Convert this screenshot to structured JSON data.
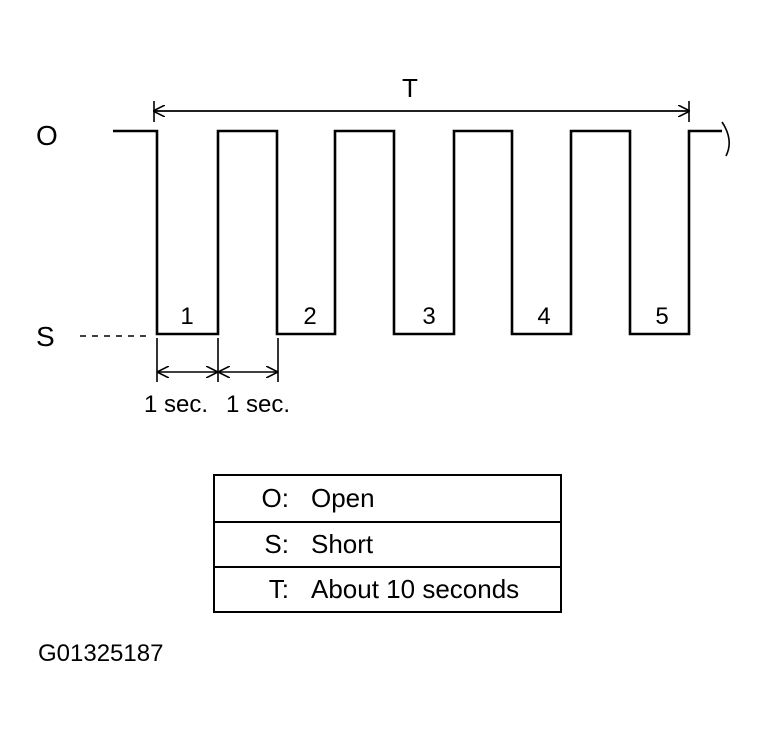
{
  "diagram": {
    "state_labels": {
      "open": "O",
      "short": "S"
    },
    "period_label": "T",
    "pulse_labels": [
      "1",
      "2",
      "3",
      "4",
      "5"
    ],
    "pulse_count": 5,
    "low_duration_label": "1 sec.",
    "high_duration_label": "1 sec."
  },
  "legend": [
    {
      "key": "O:",
      "value": "Open"
    },
    {
      "key": "S:",
      "value": "Short"
    },
    {
      "key": "T:",
      "value": "About 10 seconds"
    }
  ],
  "figure_id": "G01325187"
}
